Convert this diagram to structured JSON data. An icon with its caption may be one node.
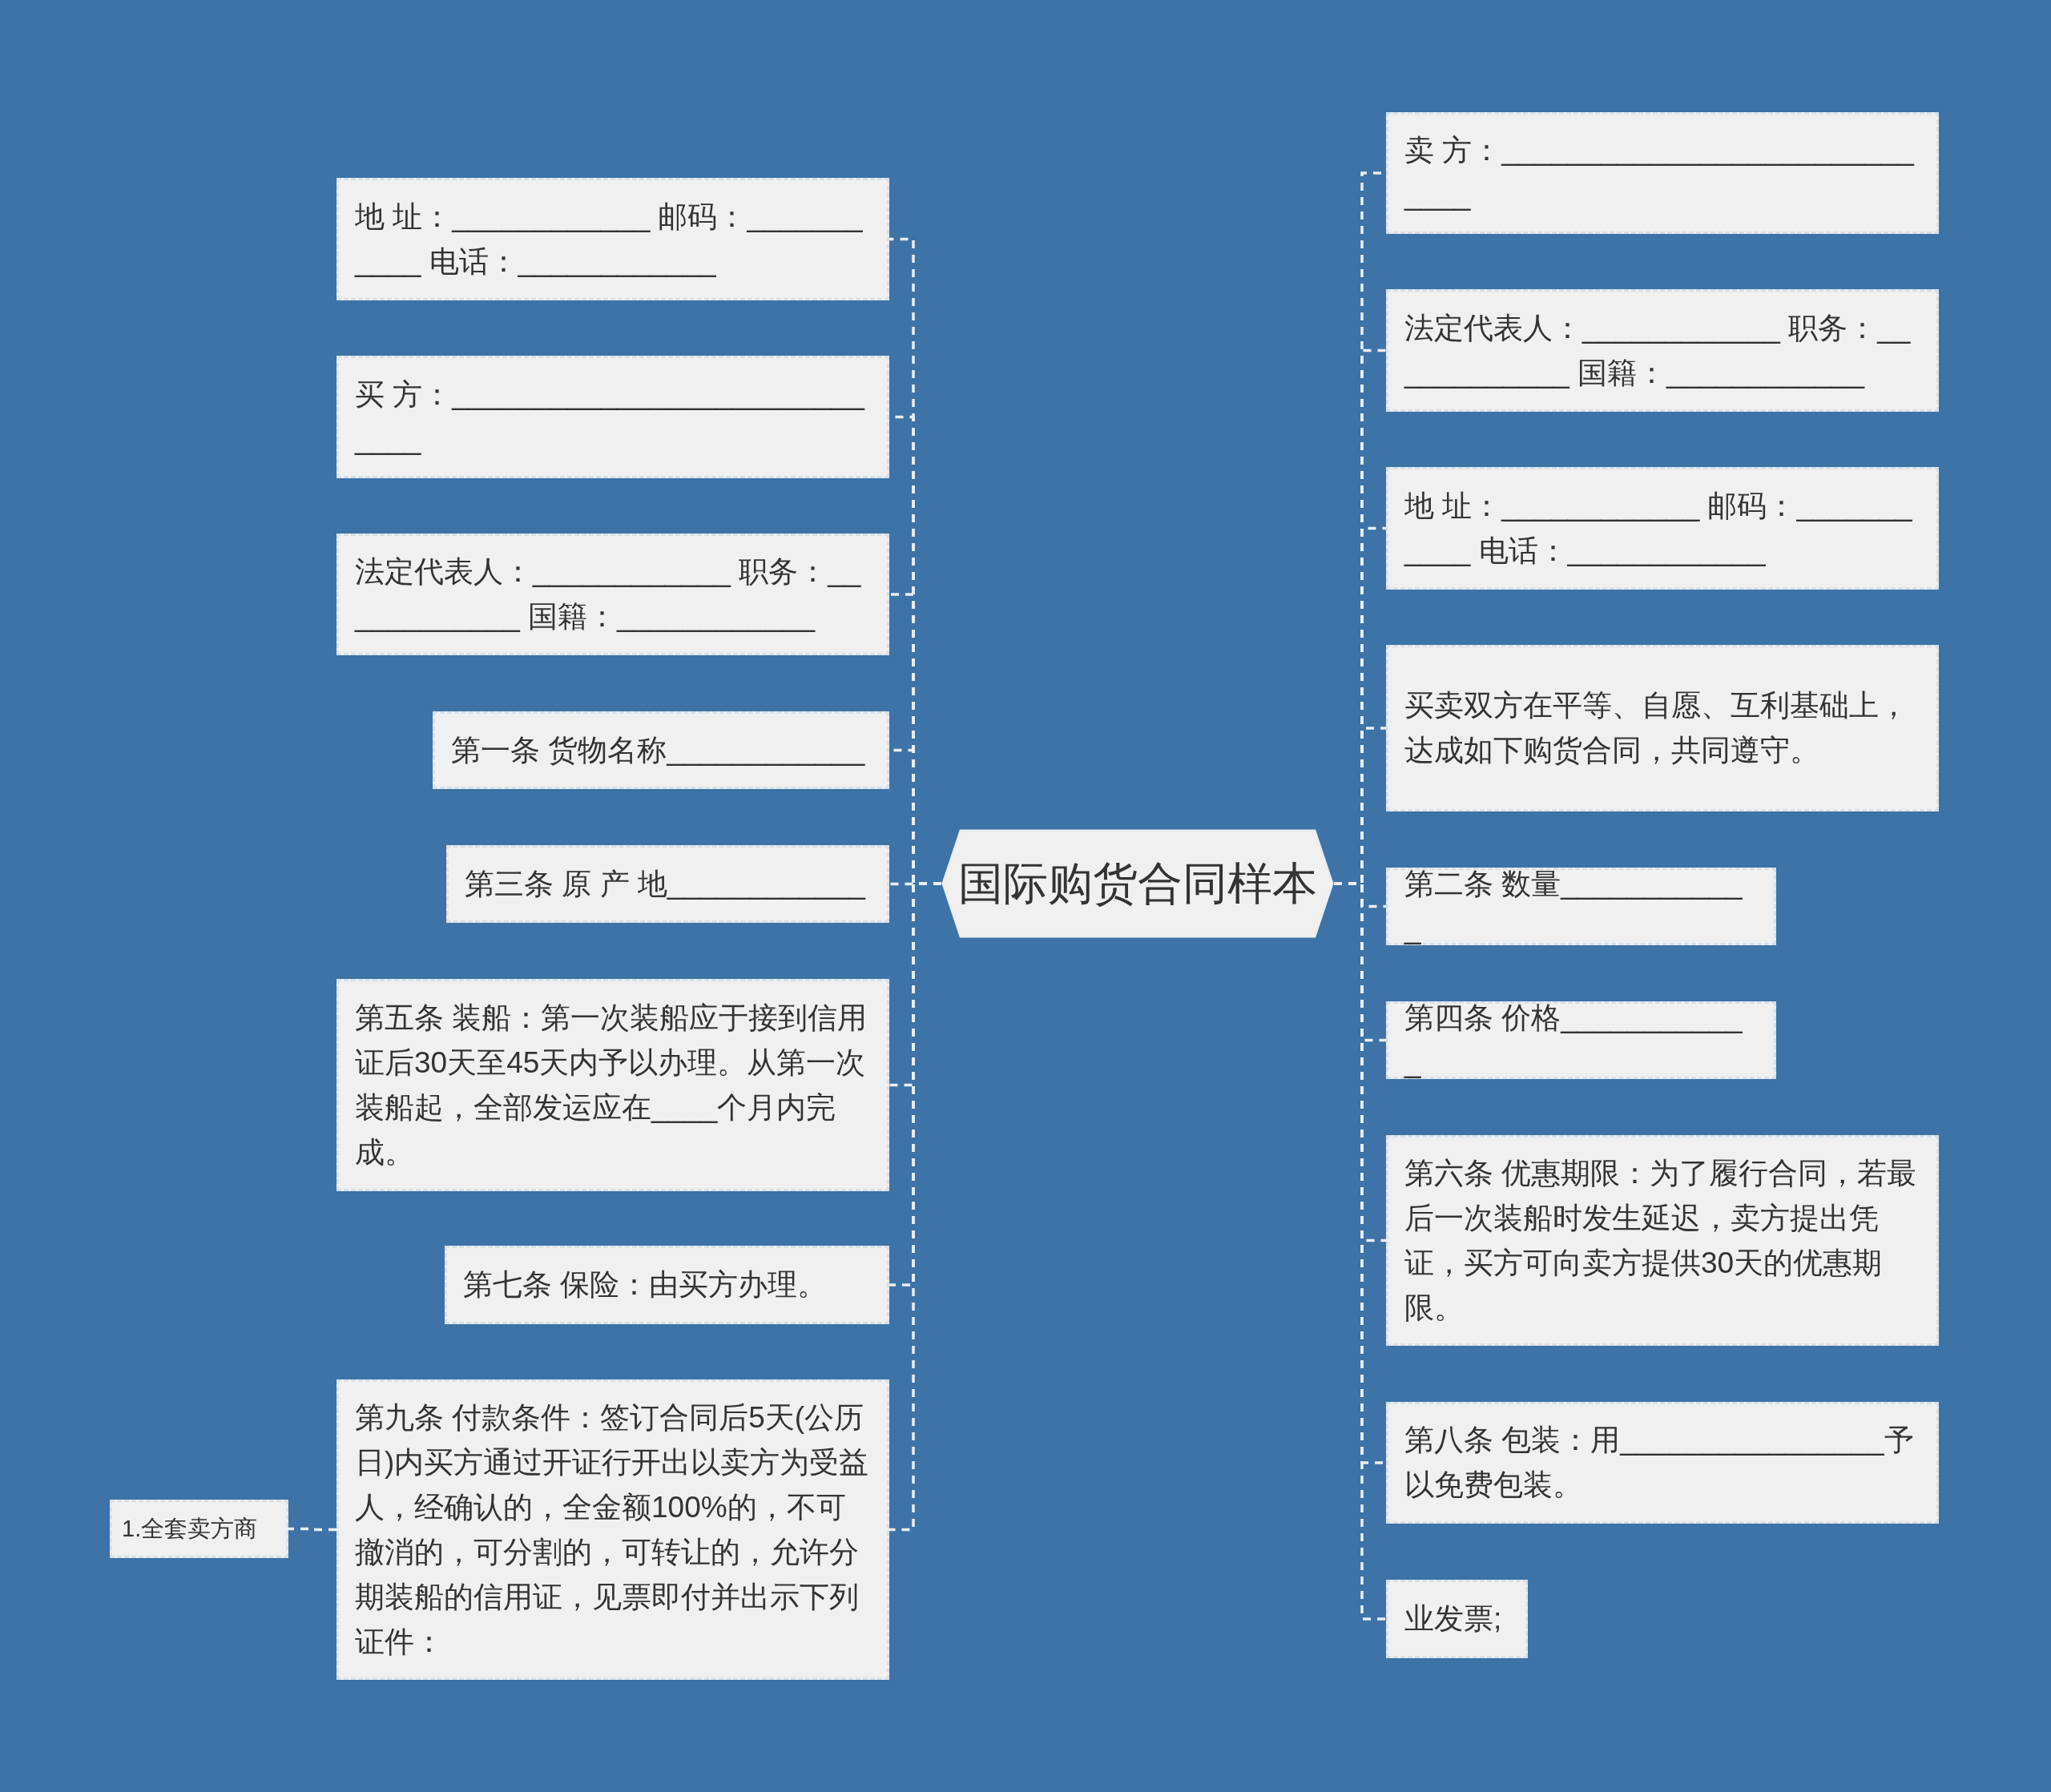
{
  "diagram": {
    "nodes": [
      {
        "text": [
          "国际购货合同样本"
        ]
      },
      {
        "text": [
          "地 址：____________ 邮码：___________ 电话：____________"
        ]
      },
      {
        "text": [
          "买 方：_____________________________"
        ]
      },
      {
        "text": [
          "法定代表人：____________ 职务：____________ 国籍：____________"
        ]
      },
      {
        "text": [
          "第一条 货物名称____________"
        ]
      },
      {
        "text": [
          "第三条 原 产 地____________"
        ]
      },
      {
        "text": [
          "第五条 装船：第一次装船应于接到信用证后30天至45天内予以办理。从第一次装船起，全部发运应在____个月内完成。"
        ]
      },
      {
        "text": [
          "第七条 保险：由买方办理。"
        ]
      },
      {
        "text": [
          "第九条 付款条件：签订合同后5天(公历日)内买方通过开证行开出以卖方为受益人，经确认的，全金额100%的，不可撤消的，可分割的，可转让的，允许分期装船的信用证，见票即付并出示下列证件："
        ]
      },
      {
        "text": [
          "1.全套卖方商"
        ]
      },
      {
        "text": [
          "卖 方：_____________________________"
        ]
      },
      {
        "text": [
          "法定代表人：____________ 职务：____________ 国籍：____________"
        ]
      },
      {
        "text": [
          "地 址：____________ 邮码：___________ 电话：____________"
        ]
      },
      {
        "text": [
          "买卖双方在平等、自愿、互利基础上，达成如下购货合同，共同遵守。"
        ]
      },
      {
        "text": [
          "第二条 数量____________"
        ]
      },
      {
        "text": [
          "第四条 价格____________"
        ]
      },
      {
        "text": [
          "第六条 优惠期限：为了履行合同，若最后一次装船时发生延迟，卖方提出凭证，买方可向卖方提供30天的优惠期限。"
        ]
      },
      {
        "text": [
          "第八条 包装：用________________予以免费包装。"
        ]
      },
      {
        "text": [
          "业发票;"
        ]
      }
    ],
    "edges": [
      {
        "from": 0,
        "to": 1,
        "arrow": "none"
      },
      {
        "from": 0,
        "to": 2,
        "arrow": "none"
      },
      {
        "from": 0,
        "to": 3,
        "arrow": "none"
      },
      {
        "from": 0,
        "to": 4,
        "arrow": "none"
      },
      {
        "from": 0,
        "to": 5,
        "arrow": "none"
      },
      {
        "from": 0,
        "to": 6,
        "arrow": "none"
      },
      {
        "from": 0,
        "to": 7,
        "arrow": "none"
      },
      {
        "from": 0,
        "to": 8,
        "arrow": "none"
      },
      {
        "from": 8,
        "to": 9,
        "arrow": "none"
      },
      {
        "from": 0,
        "to": 10,
        "arrow": "none"
      },
      {
        "from": 0,
        "to": 11,
        "arrow": "none"
      },
      {
        "from": 0,
        "to": 12,
        "arrow": "none"
      },
      {
        "from": 0,
        "to": 13,
        "arrow": "none"
      },
      {
        "from": 0,
        "to": 14,
        "arrow": "none"
      },
      {
        "from": 0,
        "to": 15,
        "arrow": "none"
      },
      {
        "from": 0,
        "to": 16,
        "arrow": "none"
      },
      {
        "from": 0,
        "to": 17,
        "arrow": "none"
      },
      {
        "from": 0,
        "to": 18,
        "arrow": "none"
      }
    ]
  }
}
